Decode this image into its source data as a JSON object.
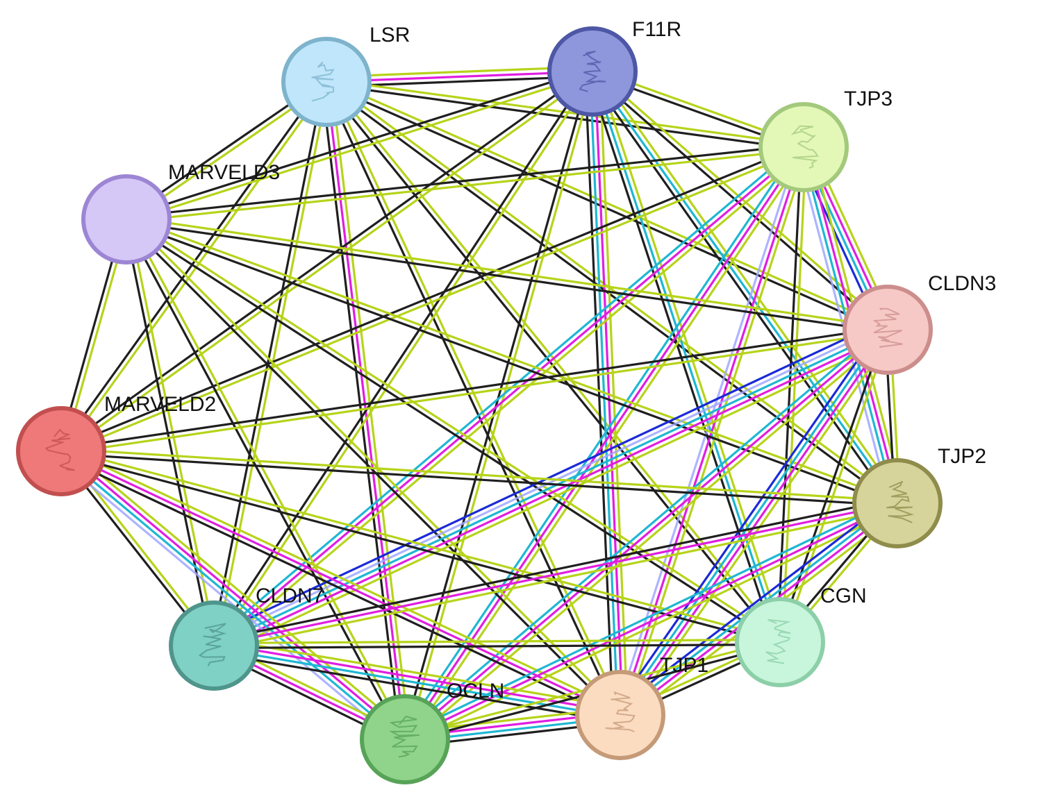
{
  "network": {
    "edge_colors": {
      "coexpression": "#1f1f1f",
      "textmining": "#b7d31a",
      "experimental": "#e01ee0",
      "database": "#1eb7d3",
      "homology": "#9fa7ff",
      "cooccurrence": "#1a2ad8"
    },
    "nodes": [
      {
        "id": "LSR",
        "label": "LSR",
        "color": "#bfe6fb",
        "border": "#7eb3cc",
        "icon": "protein-structure-icon"
      },
      {
        "id": "F11R",
        "label": "F11R",
        "color": "#8e97dc",
        "border": "#4d57a5",
        "icon": "protein-structure-icon"
      },
      {
        "id": "TJP3",
        "label": "TJP3",
        "color": "#e3f8b6",
        "border": "#a3c97d",
        "icon": "protein-structure-icon"
      },
      {
        "id": "MARVELD3",
        "label": "MARVELD3",
        "color": "#d5c7f6",
        "border": "#9c86d4",
        "icon": "none"
      },
      {
        "id": "CLDN3",
        "label": "CLDN3",
        "color": "#f6c9c6",
        "border": "#cc8e8c",
        "icon": "protein-structure-icon"
      },
      {
        "id": "MARVELD2",
        "label": "MARVELD2",
        "color": "#ef7878",
        "border": "#c24f4f",
        "icon": "protein-structure-icon"
      },
      {
        "id": "TJP2",
        "label": "TJP2",
        "color": "#d6d49a",
        "border": "#8f8c4c",
        "icon": "protein-structure-icon"
      },
      {
        "id": "CLDN7",
        "label": "CLDN7",
        "color": "#7fd0c5",
        "border": "#4f958c",
        "icon": "protein-structure-icon"
      },
      {
        "id": "CGN",
        "label": "CGN",
        "color": "#c8f6dc",
        "border": "#8ccfa8",
        "icon": "protein-structure-icon"
      },
      {
        "id": "TJP1",
        "label": "TJP1",
        "color": "#fbdcc0",
        "border": "#c59a78",
        "icon": "protein-structure-icon"
      },
      {
        "id": "OCLN",
        "label": "OCLN",
        "color": "#8fd48a",
        "border": "#57a357",
        "icon": "protein-structure-icon"
      }
    ],
    "edges": [
      {
        "source": "LSR",
        "target": "F11R",
        "types": [
          "textmining",
          "experimental",
          "coexpression"
        ]
      },
      {
        "source": "LSR",
        "target": "TJP3",
        "types": [
          "textmining",
          "coexpression"
        ]
      },
      {
        "source": "LSR",
        "target": "MARVELD3",
        "types": [
          "textmining",
          "coexpression"
        ]
      },
      {
        "source": "LSR",
        "target": "CLDN3",
        "types": [
          "textmining",
          "coexpression"
        ]
      },
      {
        "source": "LSR",
        "target": "MARVELD2",
        "types": [
          "textmining",
          "coexpression"
        ]
      },
      {
        "source": "LSR",
        "target": "TJP2",
        "types": [
          "textmining",
          "coexpression"
        ]
      },
      {
        "source": "LSR",
        "target": "CLDN7",
        "types": [
          "textmining",
          "coexpression"
        ]
      },
      {
        "source": "LSR",
        "target": "OCLN",
        "types": [
          "textmining",
          "experimental",
          "coexpression"
        ]
      },
      {
        "source": "LSR",
        "target": "TJP1",
        "types": [
          "textmining",
          "coexpression"
        ]
      },
      {
        "source": "LSR",
        "target": "CGN",
        "types": [
          "textmining",
          "coexpression"
        ]
      },
      {
        "source": "F11R",
        "target": "TJP3",
        "types": [
          "textmining",
          "coexpression"
        ]
      },
      {
        "source": "F11R",
        "target": "MARVELD3",
        "types": [
          "textmining",
          "coexpression"
        ]
      },
      {
        "source": "F11R",
        "target": "CLDN3",
        "types": [
          "textmining",
          "coexpression"
        ]
      },
      {
        "source": "F11R",
        "target": "MARVELD2",
        "types": [
          "textmining",
          "coexpression"
        ]
      },
      {
        "source": "F11R",
        "target": "TJP2",
        "types": [
          "textmining",
          "database",
          "coexpression"
        ]
      },
      {
        "source": "F11R",
        "target": "CLDN7",
        "types": [
          "textmining",
          "coexpression"
        ]
      },
      {
        "source": "F11R",
        "target": "OCLN",
        "types": [
          "textmining",
          "coexpression"
        ]
      },
      {
        "source": "F11R",
        "target": "TJP1",
        "types": [
          "textmining",
          "experimental",
          "database",
          "coexpression"
        ]
      },
      {
        "source": "F11R",
        "target": "CGN",
        "types": [
          "textmining",
          "database",
          "coexpression"
        ]
      },
      {
        "source": "TJP3",
        "target": "MARVELD3",
        "types": [
          "textmining",
          "coexpression"
        ]
      },
      {
        "source": "TJP3",
        "target": "CLDN3",
        "types": [
          "textmining",
          "experimental",
          "database",
          "cooccurrence"
        ]
      },
      {
        "source": "TJP3",
        "target": "MARVELD2",
        "types": [
          "textmining",
          "coexpression"
        ]
      },
      {
        "source": "TJP3",
        "target": "TJP2",
        "types": [
          "textmining",
          "experimental",
          "database",
          "homology"
        ]
      },
      {
        "source": "TJP3",
        "target": "CLDN7",
        "types": [
          "textmining",
          "experimental",
          "database"
        ]
      },
      {
        "source": "TJP3",
        "target": "OCLN",
        "types": [
          "textmining",
          "experimental",
          "database"
        ]
      },
      {
        "source": "TJP3",
        "target": "TJP1",
        "types": [
          "textmining",
          "experimental",
          "homology"
        ]
      },
      {
        "source": "TJP3",
        "target": "CGN",
        "types": [
          "textmining",
          "coexpression"
        ]
      },
      {
        "source": "MARVELD3",
        "target": "CLDN3",
        "types": [
          "textmining",
          "coexpression"
        ]
      },
      {
        "source": "MARVELD3",
        "target": "MARVELD2",
        "types": [
          "textmining",
          "coexpression"
        ]
      },
      {
        "source": "MARVELD3",
        "target": "TJP2",
        "types": [
          "textmining",
          "coexpression"
        ]
      },
      {
        "source": "MARVELD3",
        "target": "CLDN7",
        "types": [
          "textmining",
          "coexpression"
        ]
      },
      {
        "source": "MARVELD3",
        "target": "OCLN",
        "types": [
          "textmining",
          "coexpression"
        ]
      },
      {
        "source": "MARVELD3",
        "target": "TJP1",
        "types": [
          "textmining",
          "coexpression"
        ]
      },
      {
        "source": "MARVELD3",
        "target": "CGN",
        "types": [
          "textmining",
          "coexpression"
        ]
      },
      {
        "source": "CLDN3",
        "target": "MARVELD2",
        "types": [
          "textmining",
          "coexpression"
        ]
      },
      {
        "source": "CLDN3",
        "target": "TJP2",
        "types": [
          "textmining",
          "coexpression"
        ]
      },
      {
        "source": "CLDN3",
        "target": "CLDN7",
        "types": [
          "textmining",
          "experimental",
          "database",
          "homology",
          "cooccurrence"
        ]
      },
      {
        "source": "CLDN3",
        "target": "OCLN",
        "types": [
          "textmining",
          "experimental",
          "database"
        ]
      },
      {
        "source": "CLDN3",
        "target": "TJP1",
        "types": [
          "textmining",
          "experimental",
          "database",
          "cooccurrence"
        ]
      },
      {
        "source": "CLDN3",
        "target": "CGN",
        "types": [
          "textmining",
          "coexpression"
        ]
      },
      {
        "source": "MARVELD2",
        "target": "TJP2",
        "types": [
          "textmining",
          "coexpression"
        ]
      },
      {
        "source": "MARVELD2",
        "target": "CLDN7",
        "types": [
          "textmining",
          "coexpression"
        ]
      },
      {
        "source": "MARVELD2",
        "target": "OCLN",
        "types": [
          "textmining",
          "experimental",
          "database",
          "homology"
        ]
      },
      {
        "source": "MARVELD2",
        "target": "TJP1",
        "types": [
          "textmining",
          "experimental",
          "coexpression"
        ]
      },
      {
        "source": "MARVELD2",
        "target": "CGN",
        "types": [
          "textmining",
          "coexpression"
        ]
      },
      {
        "source": "TJP2",
        "target": "CLDN7",
        "types": [
          "textmining",
          "experimental",
          "coexpression"
        ]
      },
      {
        "source": "TJP2",
        "target": "OCLN",
        "types": [
          "textmining",
          "experimental",
          "database"
        ]
      },
      {
        "source": "TJP2",
        "target": "TJP1",
        "types": [
          "textmining",
          "experimental",
          "database",
          "cooccurrence"
        ]
      },
      {
        "source": "TJP2",
        "target": "CGN",
        "types": [
          "textmining",
          "coexpression"
        ]
      },
      {
        "source": "CLDN7",
        "target": "OCLN",
        "types": [
          "textmining",
          "experimental",
          "coexpression"
        ]
      },
      {
        "source": "CLDN7",
        "target": "TJP1",
        "types": [
          "textmining",
          "experimental",
          "database",
          "coexpression"
        ]
      },
      {
        "source": "CLDN7",
        "target": "CGN",
        "types": [
          "textmining",
          "coexpression"
        ]
      },
      {
        "source": "OCLN",
        "target": "TJP1",
        "types": [
          "textmining",
          "experimental",
          "database",
          "coexpression"
        ]
      },
      {
        "source": "OCLN",
        "target": "CGN",
        "types": [
          "textmining",
          "coexpression"
        ]
      },
      {
        "source": "TJP1",
        "target": "CGN",
        "types": [
          "textmining",
          "coexpression"
        ]
      }
    ]
  }
}
